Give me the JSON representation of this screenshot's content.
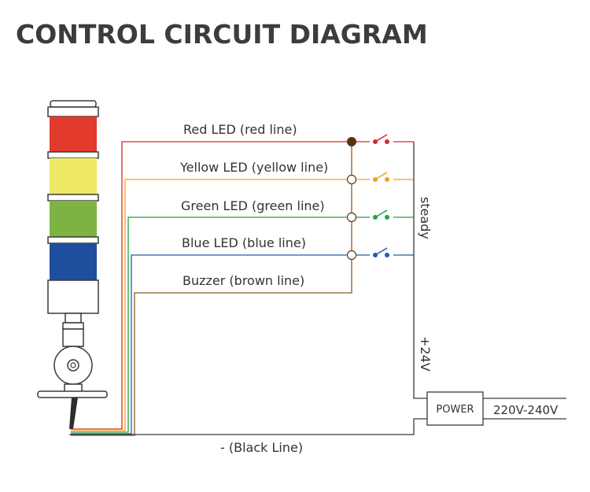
{
  "title": "CONTROL CIRCUIT DIAGRAM",
  "lines": {
    "red": "Red LED (red line)",
    "yellow": "Yellow LED (yellow line)",
    "green": "Green LED (green line)",
    "blue": "Blue LED (blue line)",
    "brown": "Buzzer (brown line)",
    "black": "- (Black Line)"
  },
  "labels": {
    "steady": "steady",
    "plus24v": "+24V",
    "power": "POWER",
    "voltage": "220V-240V"
  },
  "colors": {
    "red": "#d7262d",
    "yellow": "#f0a21b",
    "green": "#22a53c",
    "blue": "#1f5ea8",
    "brown": "#8a5a2b",
    "black": "#3a3a3a",
    "lamp_red": "#e23a2c",
    "lamp_yellow": "#eeea66",
    "lamp_green": "#7cb342",
    "lamp_blue": "#1e4f9e"
  }
}
